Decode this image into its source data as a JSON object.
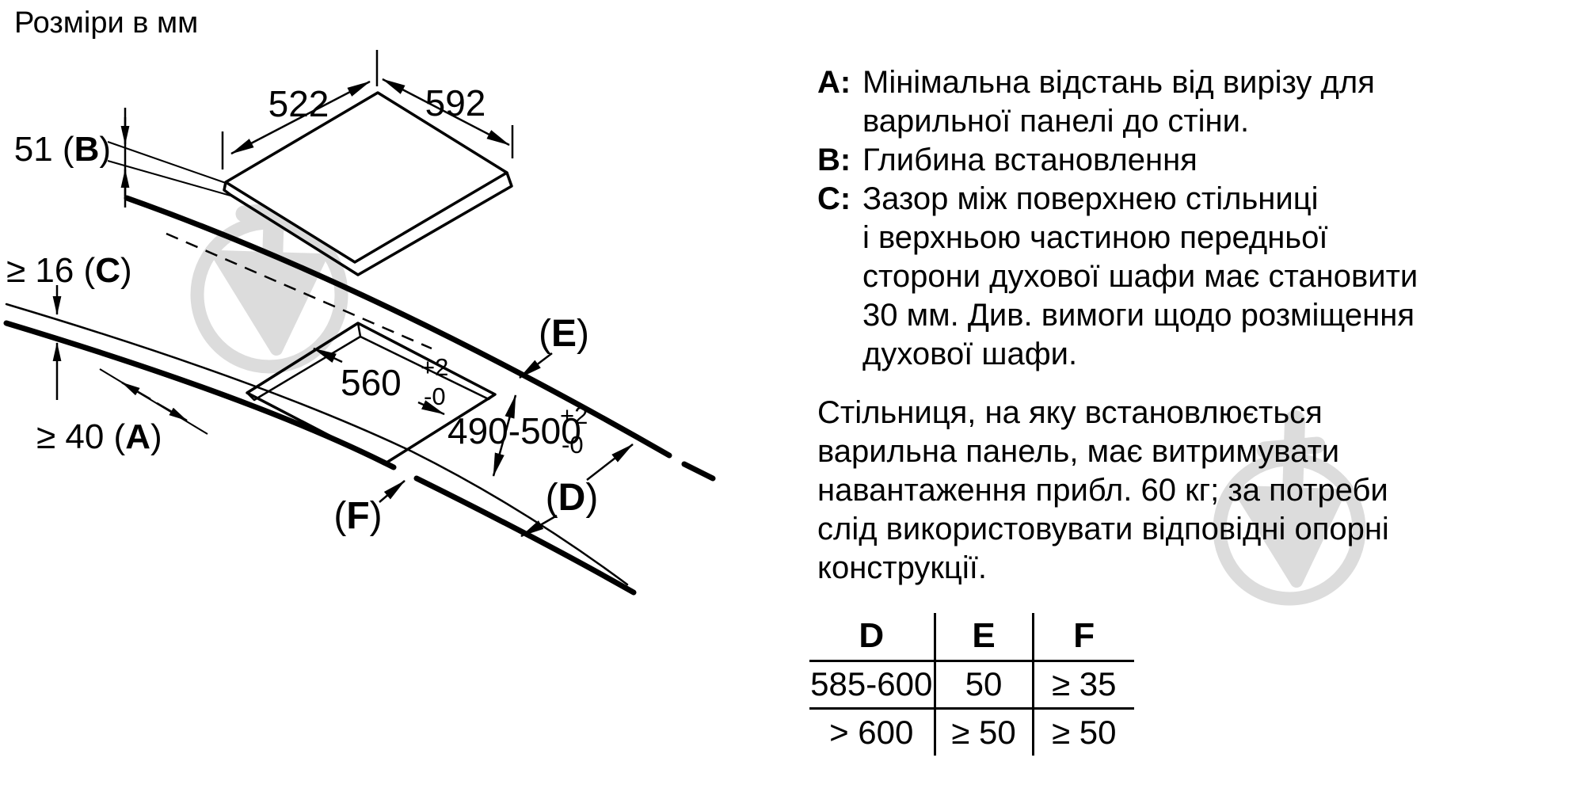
{
  "title": "Розміри в мм",
  "legend": {
    "items": [
      {
        "label": "A:",
        "lines": [
          "Мінімальна відстань від вирізу для",
          "варильної панелі до стіни."
        ]
      },
      {
        "label": "B:",
        "lines": [
          "Глибина встановлення"
        ]
      },
      {
        "label": "C:",
        "lines": [
          "Зазор між поверхнею стільниці",
          "і верхньою частиною передньої",
          "сторони духової шафи має становити",
          "30 мм. Див. вимоги щодо розміщення",
          "духової шафи."
        ]
      }
    ]
  },
  "paragraph": {
    "lines": [
      "Стільниця, на яку встановлюється",
      "варильна панель, має витримувати",
      "навантаження прибл. 60 кг; за потреби",
      "слід використовувати відповідні опорні",
      "конструкції."
    ]
  },
  "table": {
    "headers": [
      "D",
      "E",
      "F"
    ],
    "rows": [
      [
        "585-600",
        "50",
        "≥ 35"
      ],
      [
        "> 600",
        "≥ 50",
        "≥ 50"
      ]
    ]
  },
  "diagram": {
    "width_top": "522",
    "width_right": "592",
    "depth_b": {
      "pre": "51 (",
      "letter": "B",
      "post": ")"
    },
    "thickness_c": {
      "pre": "≥ 16 (",
      "letter": "C",
      "post": ")"
    },
    "wall_a": {
      "pre": "≥ 40 (",
      "letter": "A",
      "post": ")"
    },
    "cutout_width": {
      "value": "560",
      "tol_plus": "+2",
      "tol_minus": "-0"
    },
    "cutout_depth": {
      "value": "490-500",
      "tol_plus": "+2",
      "tol_minus": "-0"
    },
    "label_e": {
      "pre": "(",
      "letter": "E",
      "post": ")"
    },
    "label_d": {
      "pre": "(",
      "letter": "D",
      "post": ")"
    },
    "label_f": {
      "pre": "(",
      "letter": "F",
      "post": ")"
    }
  },
  "colors": {
    "ink": "#000000",
    "watermark": "#dcdcdc",
    "background": "#ffffff"
  }
}
